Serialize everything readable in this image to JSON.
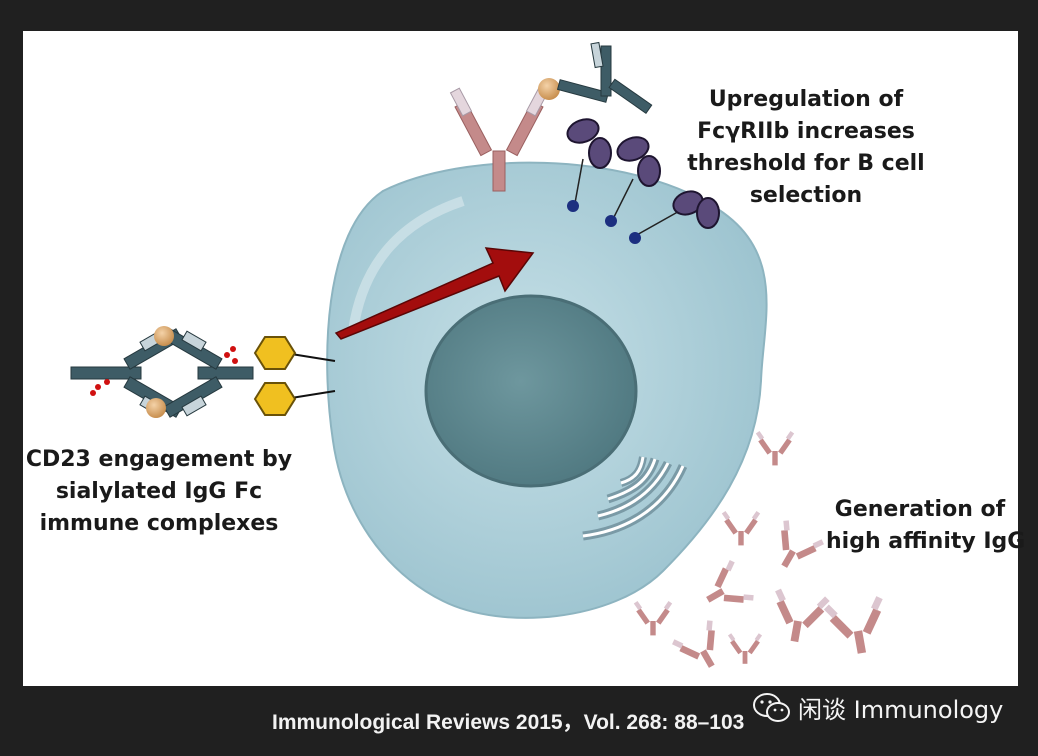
{
  "labels": {
    "upregulation": [
      "Upregulation of",
      "FcγRIIb increases",
      "threshold for B cell",
      "selection"
    ],
    "cd23": [
      "CD23 engagement by",
      "sialylated IgG Fc",
      "immune complexes"
    ],
    "generation": [
      "Generation of",
      "high affinity IgG"
    ]
  },
  "caption": "Immunological Reviews 2015，Vol. 268: 88–103",
  "watermark": "闲谈 Immunology",
  "icons": [
    "wechat-icon"
  ],
  "colors": {
    "background": "#202020",
    "panel": "#ffffff",
    "cell": "#b3d3dd",
    "nucleus": "#5f8890",
    "arrow": "#a30d0d",
    "antibody": "#c48a8a",
    "receptor": "#4a3a66",
    "cd23": "#f0c020"
  }
}
